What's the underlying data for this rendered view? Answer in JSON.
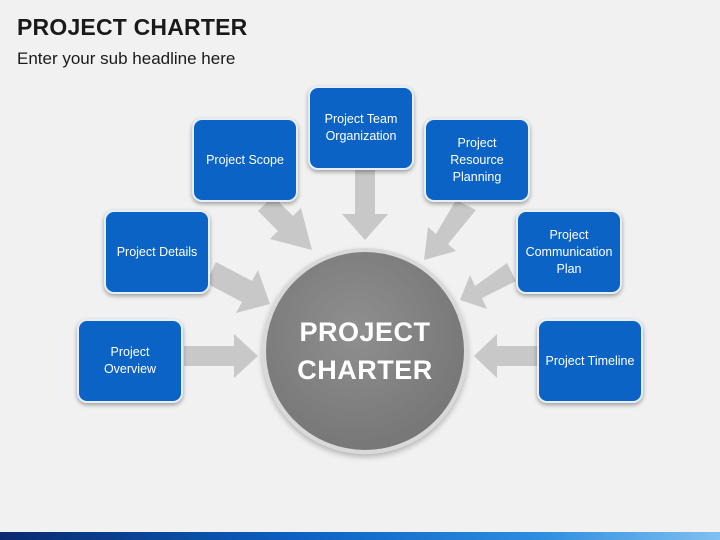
{
  "header": {
    "title": "PROJECT CHARTER",
    "subtitle": "Enter your sub headline here"
  },
  "diagram": {
    "center": {
      "label": "PROJECT\nCHARTER",
      "fill": "#808080"
    },
    "node_color": "#0b63c5",
    "arrow_color": "#c8c8c8",
    "nodes": [
      {
        "id": "overview",
        "label": "Project Overview"
      },
      {
        "id": "details",
        "label": "Project Details"
      },
      {
        "id": "scope",
        "label": "Project Scope"
      },
      {
        "id": "team",
        "label": "Project Team\nOrganization"
      },
      {
        "id": "resource",
        "label": "Project Resource\nPlanning"
      },
      {
        "id": "communication",
        "label": "Project\nCommunication\nPlan"
      },
      {
        "id": "timeline",
        "label": "Project Timeline"
      }
    ]
  }
}
